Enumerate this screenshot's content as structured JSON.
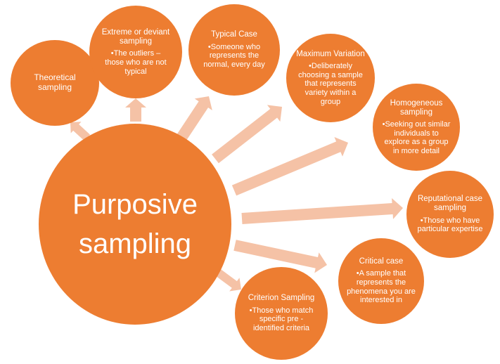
{
  "diagram": {
    "colors": {
      "circle_fill": "#ED7D31",
      "arrow_fill": "#F5C2A6",
      "text": "#FFFFFF"
    },
    "center": {
      "label": "Purposive sampling"
    },
    "nodes": [
      {
        "id": "theoretical",
        "title": "Theoretical sampling",
        "bullet": ""
      },
      {
        "id": "extreme-deviant",
        "title": "Extreme or deviant sampling",
        "bullet": "•The outliers – those who are not typical"
      },
      {
        "id": "typical-case",
        "title": "Typical Case",
        "bullet": "•Someone who represents the normal, every day"
      },
      {
        "id": "maximum-variation",
        "title": "Maximum Variation",
        "bullet": "•Deliberately choosing a sample that represents variety within a group"
      },
      {
        "id": "homogeneous",
        "title": "Homogeneous sampling",
        "bullet": "•Seeking out similar individuals to explore as a group in more detail"
      },
      {
        "id": "reputational-case",
        "title": "Reputational case sampling",
        "bullet": "•Those who have particular expertise"
      },
      {
        "id": "critical-case",
        "title": "Critical case",
        "bullet": "•A sample that represents the phenomena you are interested in"
      },
      {
        "id": "criterion",
        "title": "Criterion Sampling",
        "bullet": "•Those who match specific pre -identified criteria"
      }
    ]
  }
}
